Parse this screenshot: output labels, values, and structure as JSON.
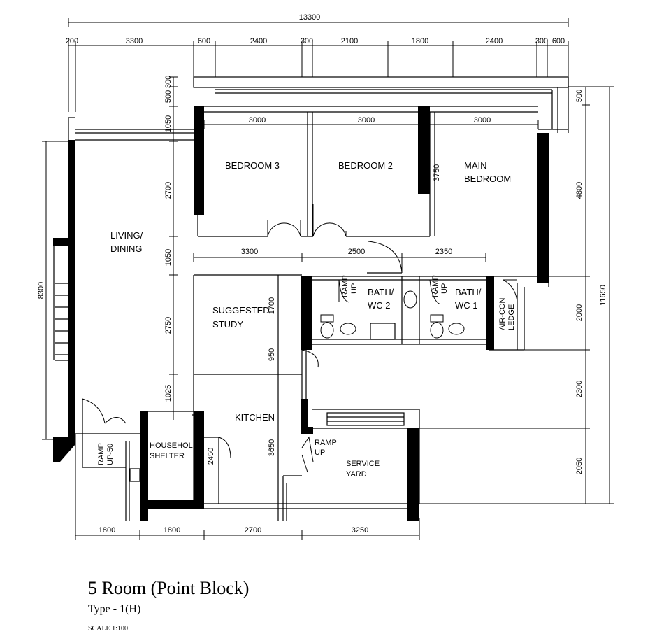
{
  "plan": {
    "dimensions": {
      "overall_width": "13300",
      "top_row": [
        "200",
        "3300",
        "600",
        "2400",
        "300",
        "2100",
        "1800",
        "2400",
        "300",
        "600"
      ],
      "bedroom_widths": [
        "3000",
        "3000",
        "3000"
      ],
      "mid_row": [
        "3300",
        "2500",
        "2350"
      ],
      "bottom_row": [
        "1800",
        "1800",
        "2700",
        "3250"
      ],
      "left_column": [
        "300",
        "500",
        "1050",
        "2700",
        "1050",
        "2750",
        "1025"
      ],
      "left_overall": "8300",
      "right_column": [
        "500",
        "4800",
        "2000",
        "2300",
        "2050"
      ],
      "right_overall": "11650",
      "interior": [
        "3750",
        "1700",
        "950",
        "3650",
        "2450"
      ]
    },
    "rooms": {
      "bedroom_3": "BEDROOM 3",
      "bedroom_2": "BEDROOM 2",
      "main_bedroom_line1": "MAIN",
      "main_bedroom_line2": "BEDROOM",
      "living_line1": "LIVING/",
      "living_line2": "DINING",
      "study_line1": "SUGGESTED",
      "study_line2": "STUDY",
      "kitchen": "KITCHEN",
      "shelter_line1": "HOUSEHOLD",
      "shelter_line2": "SHELTER",
      "service_line1": "SERVICE",
      "service_line2": "YARD",
      "bath2_line1": "BATH/",
      "bath2_line2": "WC 2",
      "bath1_line1": "BATH/",
      "bath1_line2": "WC 1",
      "aircon_line1": "AIR-CON",
      "aircon_line2": "LEDGE",
      "ramp_up": "RAMP",
      "up": "UP",
      "ramp_up_service_line1": "RAMP",
      "ramp_up_service_line2": "UP",
      "ramp_up_50_line1": "RAMP",
      "ramp_up_50_line2": "UP-50"
    }
  },
  "caption": {
    "title": "5 Room (Point Block)",
    "type": "Type - 1(H)",
    "scale": "SCALE  1:100"
  }
}
